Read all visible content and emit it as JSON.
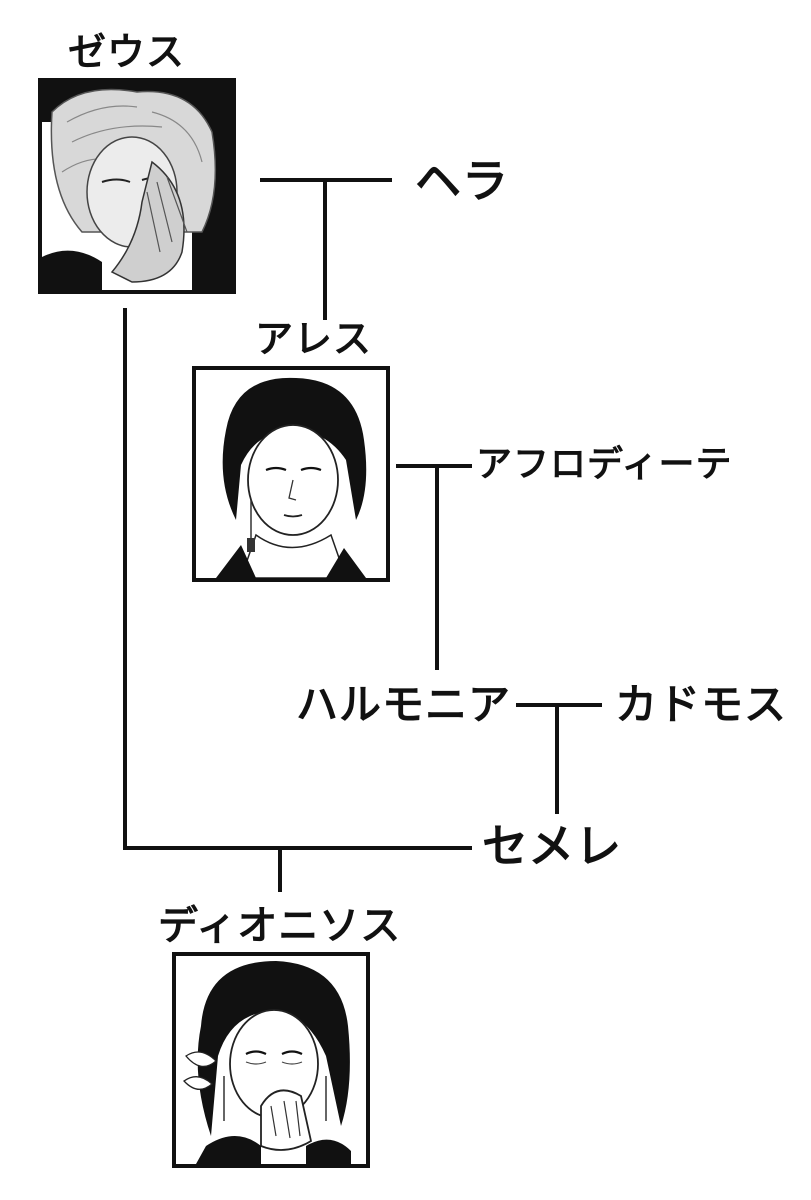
{
  "tree": {
    "zeus": {
      "name": "ゼウス"
    },
    "hera": {
      "name": "ヘラ"
    },
    "ares": {
      "name": "アレス"
    },
    "aphrodite": {
      "name": "アフロディーテ"
    },
    "harmonia": {
      "name": "ハルモニア"
    },
    "cadmus": {
      "name": "カドモス"
    },
    "semele": {
      "name": "セメレ"
    },
    "dionysus": {
      "name": "ディオニソス"
    }
  },
  "colors": {
    "line": "#111111",
    "frame": "#111111",
    "portrait_bg": "#e9e9e9"
  }
}
